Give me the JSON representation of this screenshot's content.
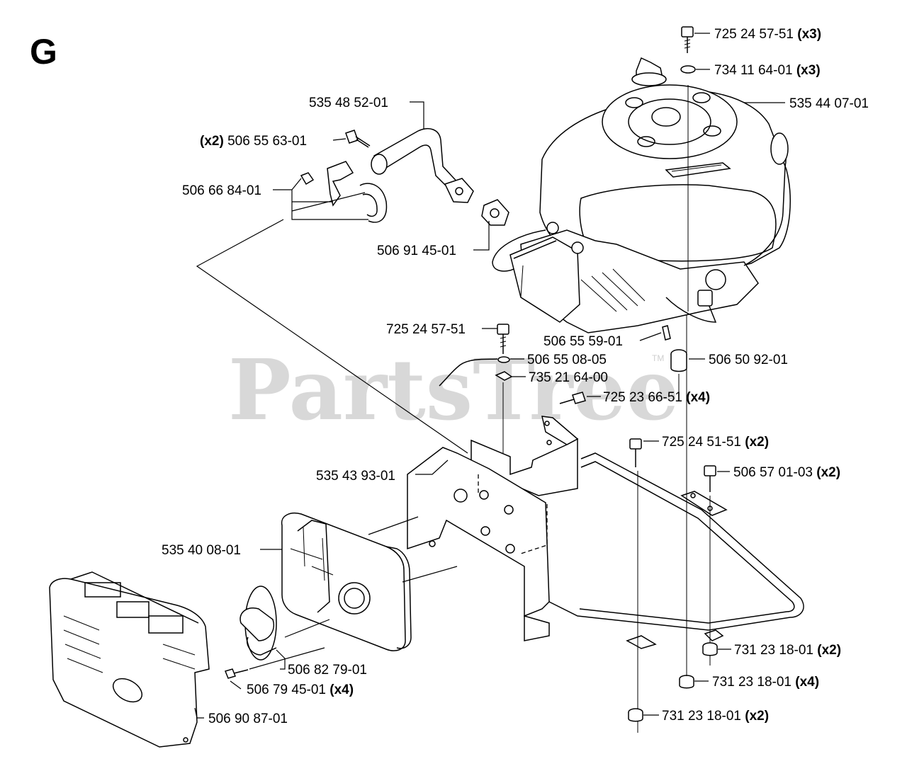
{
  "section_letter": "G",
  "watermark": "PartsTree",
  "watermark_tm": "TM",
  "callouts": [
    {
      "id": "c1",
      "part": "725 24 57-51",
      "qty": "(x3)"
    },
    {
      "id": "c2",
      "part": "734 11 64-01",
      "qty": "(x3)"
    },
    {
      "id": "c3",
      "part": "535 44 07-01",
      "qty": ""
    },
    {
      "id": "c4",
      "part": "535 48 52-01",
      "qty": ""
    },
    {
      "id": "c5",
      "part": "506 55 63-01",
      "qty": "(x2)"
    },
    {
      "id": "c6",
      "part": "506 66 84-01",
      "qty": ""
    },
    {
      "id": "c7",
      "part": "506 91 45-01",
      "qty": ""
    },
    {
      "id": "c8",
      "part": "725 24 57-51",
      "qty": ""
    },
    {
      "id": "c9",
      "part": "506 55 59-01",
      "qty": ""
    },
    {
      "id": "c10",
      "part": "506 55 08-05",
      "qty": ""
    },
    {
      "id": "c11",
      "part": "506 50 92-01",
      "qty": ""
    },
    {
      "id": "c12",
      "part": "735 21 64-00",
      "qty": ""
    },
    {
      "id": "c13",
      "part": "725 23 66-51",
      "qty": "(x4)"
    },
    {
      "id": "c14",
      "part": "725 24 51-51",
      "qty": "(x2)"
    },
    {
      "id": "c15",
      "part": "535 43 93-01",
      "qty": ""
    },
    {
      "id": "c16",
      "part": "506 57 01-03",
      "qty": "(x2)"
    },
    {
      "id": "c17",
      "part": "535 40 08-01",
      "qty": ""
    },
    {
      "id": "c18",
      "part": "731 23 18-01",
      "qty": "(x2)"
    },
    {
      "id": "c19",
      "part": "506 82 79-01",
      "qty": ""
    },
    {
      "id": "c20",
      "part": "731 23 18-01",
      "qty": "(x4)"
    },
    {
      "id": "c21",
      "part": "506 79 45-01",
      "qty": "(x4)"
    },
    {
      "id": "c22",
      "part": "731 23 18-01",
      "qty": "(x2)"
    },
    {
      "id": "c23",
      "part": "506 90 87-01",
      "qty": ""
    }
  ]
}
